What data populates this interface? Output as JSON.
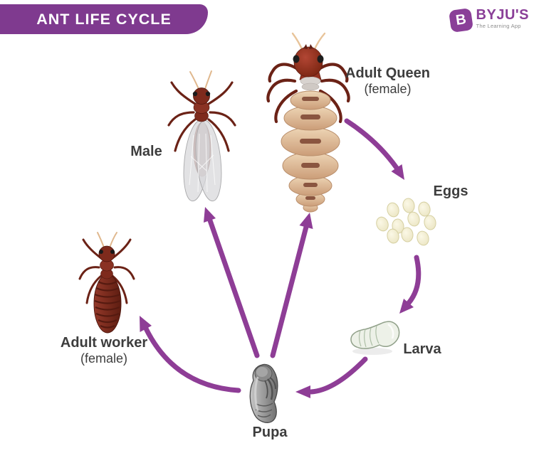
{
  "header": {
    "title": "ANT LIFE CYCLE"
  },
  "logo": {
    "icon_letter": "B",
    "name": "BYJU'S",
    "tagline": "The Learning App"
  },
  "diagram": {
    "stages": [
      {
        "id": "adult-queen",
        "label": "Adult Queen",
        "sublabel": "(female)"
      },
      {
        "id": "male",
        "label": "Male"
      },
      {
        "id": "eggs",
        "label": "Eggs"
      },
      {
        "id": "larva",
        "label": "Larva"
      },
      {
        "id": "pupa",
        "label": "Pupa"
      },
      {
        "id": "adult-worker",
        "label": "Adult worker",
        "sublabel": "(female)"
      }
    ],
    "transitions": [
      {
        "from": "Adult Queen (female)",
        "to": "Eggs"
      },
      {
        "from": "Eggs",
        "to": "Larva"
      },
      {
        "from": "Larva",
        "to": "Pupa"
      },
      {
        "from": "Pupa",
        "to": "Male"
      },
      {
        "from": "Pupa",
        "to": "Adult Queen (female)"
      },
      {
        "from": "Pupa",
        "to": "Adult worker (female)"
      }
    ]
  },
  "colors": {
    "accent": "#8e3d96",
    "banner": "#7f3a8f",
    "logoPurple": "#8a3f98",
    "text": "#3d3d3d",
    "tagline": "#8f8f8f"
  }
}
